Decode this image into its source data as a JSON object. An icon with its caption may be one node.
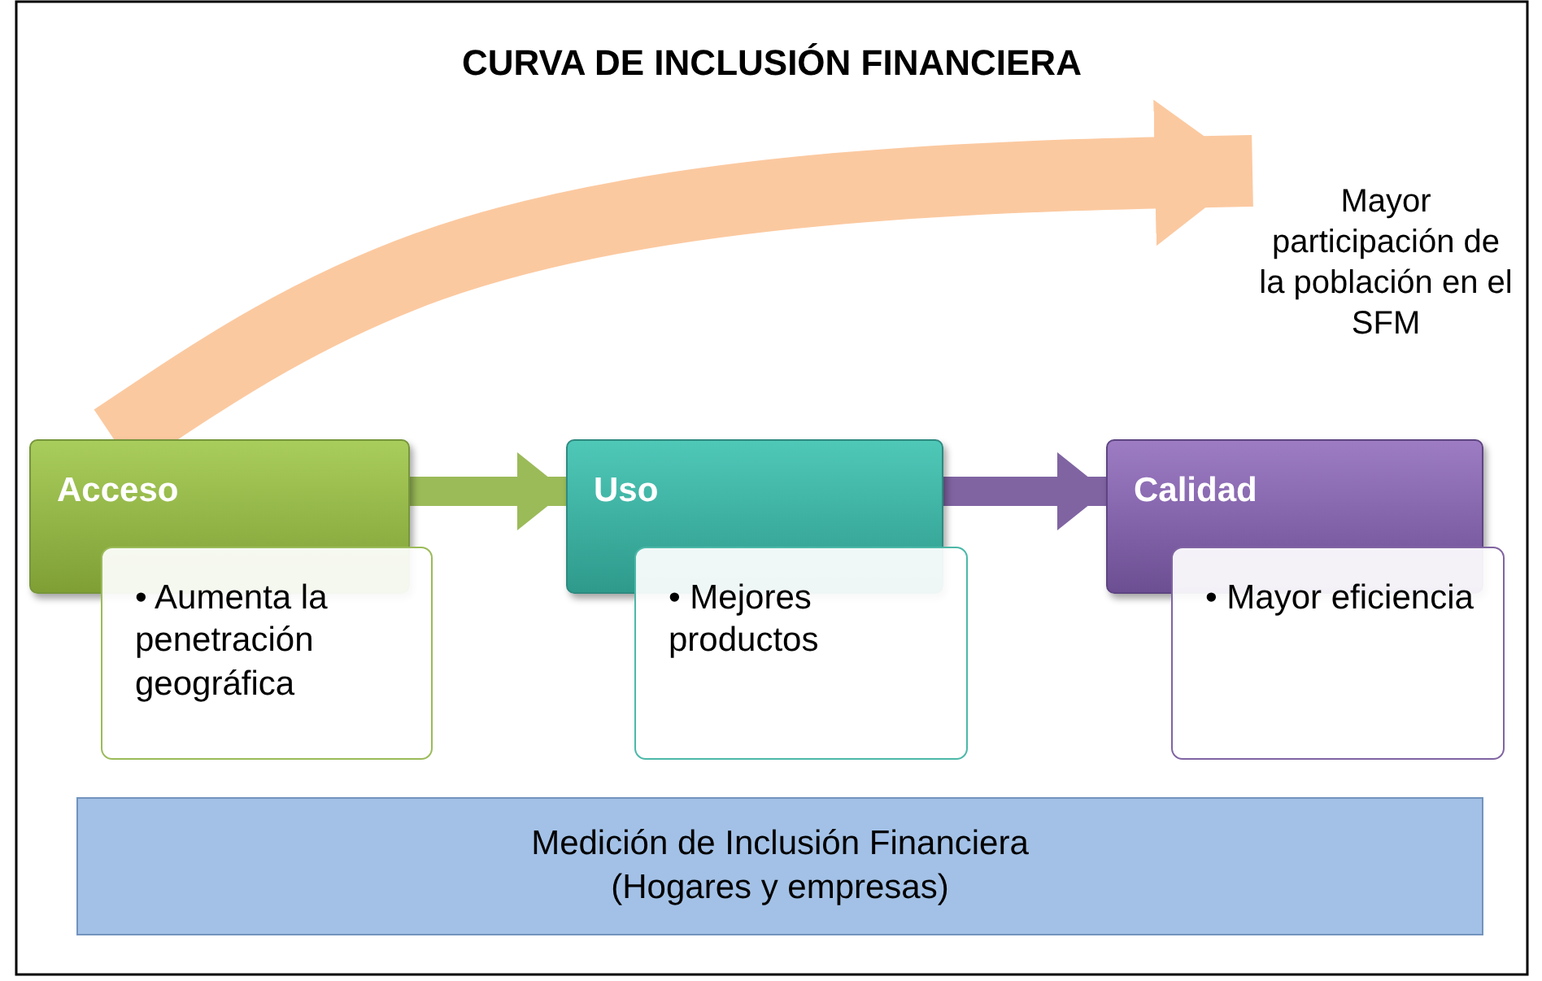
{
  "diagram": {
    "title": "CURVA DE INCLUSIÓN FINANCIERA",
    "nodes": [
      {
        "text": [
          "Acceso"
        ]
      },
      {
        "text": [
          "• Aumenta la penetración geográfica"
        ]
      },
      {
        "text": [
          "Uso"
        ]
      },
      {
        "text": [
          "• Mejores productos"
        ]
      },
      {
        "text": [
          "Calidad"
        ]
      },
      {
        "text": [
          "• Mayor eficiencia"
        ]
      },
      {
        "text": [
          "Medición de Inclusión Financiera (Hogares y empresas)"
        ]
      },
      {
        "text": [
          "Mayor participación de la población en el SFM"
        ]
      }
    ],
    "edges": [
      {
        "from": 0,
        "to": 2,
        "arrow": "to",
        "color": "#9bbb59"
      },
      {
        "from": 2,
        "to": 4,
        "arrow": "to",
        "color": "#8064a2"
      },
      {
        "from": 0,
        "to": 7,
        "arrow": "to",
        "style": "thick",
        "color": "#fbc9a0"
      }
    ]
  }
}
